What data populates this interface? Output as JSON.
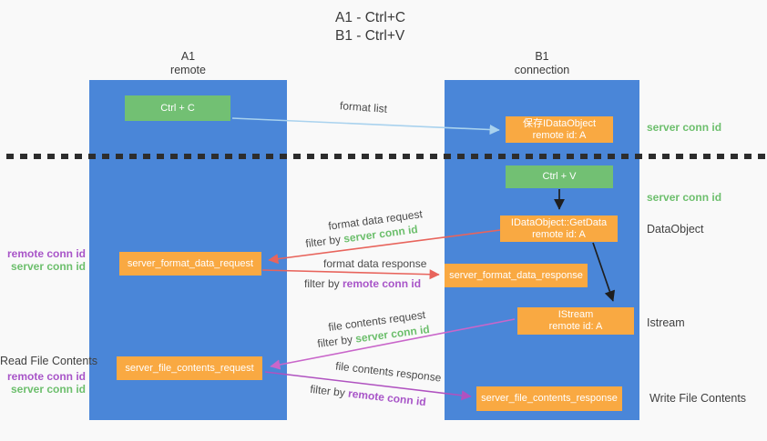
{
  "title": {
    "line1": "A1 - Ctrl+C",
    "line2": "B1 - Ctrl+V"
  },
  "lanes": {
    "a1": {
      "name": "A1",
      "subtitle": "remote"
    },
    "b1": {
      "name": "B1",
      "subtitle": "connection"
    }
  },
  "nodes": {
    "ctrl_c": {
      "label": "Ctrl + C"
    },
    "save_idataobject": {
      "line1": "保存IDataObject",
      "line2": "remote id: A"
    },
    "ctrl_v": {
      "label": "Ctrl + V"
    },
    "getdata": {
      "line1": "IDataObject::GetData",
      "line2": "remote id: A"
    },
    "server_format_data_request": {
      "label": "server_format_data_request"
    },
    "server_format_data_response": {
      "label": "server_format_data_response"
    },
    "istream": {
      "line1": "IStream",
      "line2": "remote id: A"
    },
    "server_file_contents_request": {
      "label": "server_file_contents_request"
    },
    "server_file_contents_response": {
      "label": "server_file_contents_response"
    }
  },
  "edge_labels": {
    "format_list": "format list",
    "format_data_request": {
      "text": "format data request",
      "filter_prefix": "filter by ",
      "filter_key": "server conn id"
    },
    "format_data_response": {
      "text": "format data response",
      "filter_prefix": "filter by ",
      "filter_key": "remote conn id"
    },
    "file_contents_request": {
      "text": "file contents request",
      "filter_prefix": "filter by ",
      "filter_key": "server conn id"
    },
    "file_contents_response": {
      "text": "file contents response",
      "filter_prefix": "filter by ",
      "filter_key": "remote conn id"
    }
  },
  "side_labels": {
    "left_top": {
      "line1": "remote conn id",
      "line2": "server conn id"
    },
    "left_bottom": {
      "title": "Read File Contents",
      "line1": "remote conn id",
      "line2": "server conn id"
    },
    "right_top": "server conn id",
    "right_mid": "server conn id",
    "right_dataobject": "DataObject",
    "right_istream": "Istream",
    "right_write": "Write File Contents"
  },
  "colors": {
    "lane_blue": "#4a86d8",
    "node_orange": "#f9a942",
    "node_green": "#72c073",
    "green_text": "#6dbf6d",
    "purple_text": "#a855c8",
    "red_arrow": "#e8645c",
    "pink_arrow": "#c966ca",
    "purple_arrow": "#b052c0",
    "light_blue_arrow": "#a9d2ee",
    "black_arrow": "#1e1e1e"
  }
}
